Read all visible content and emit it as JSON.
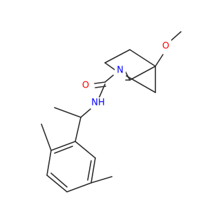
{
  "molecule": {
    "atoms": {
      "methoxy_oxygen": {
        "symbol": "O",
        "color": "#ff0000"
      },
      "piperidine_nitrogen": {
        "symbol": "N",
        "color": "#0000ff"
      },
      "carbonyl_oxygen": {
        "symbol": "O",
        "color": "#ff0000"
      },
      "amide_nh": {
        "symbol": "NH",
        "color": "#0000ff"
      }
    },
    "bond_color": "#2b2b2b"
  }
}
